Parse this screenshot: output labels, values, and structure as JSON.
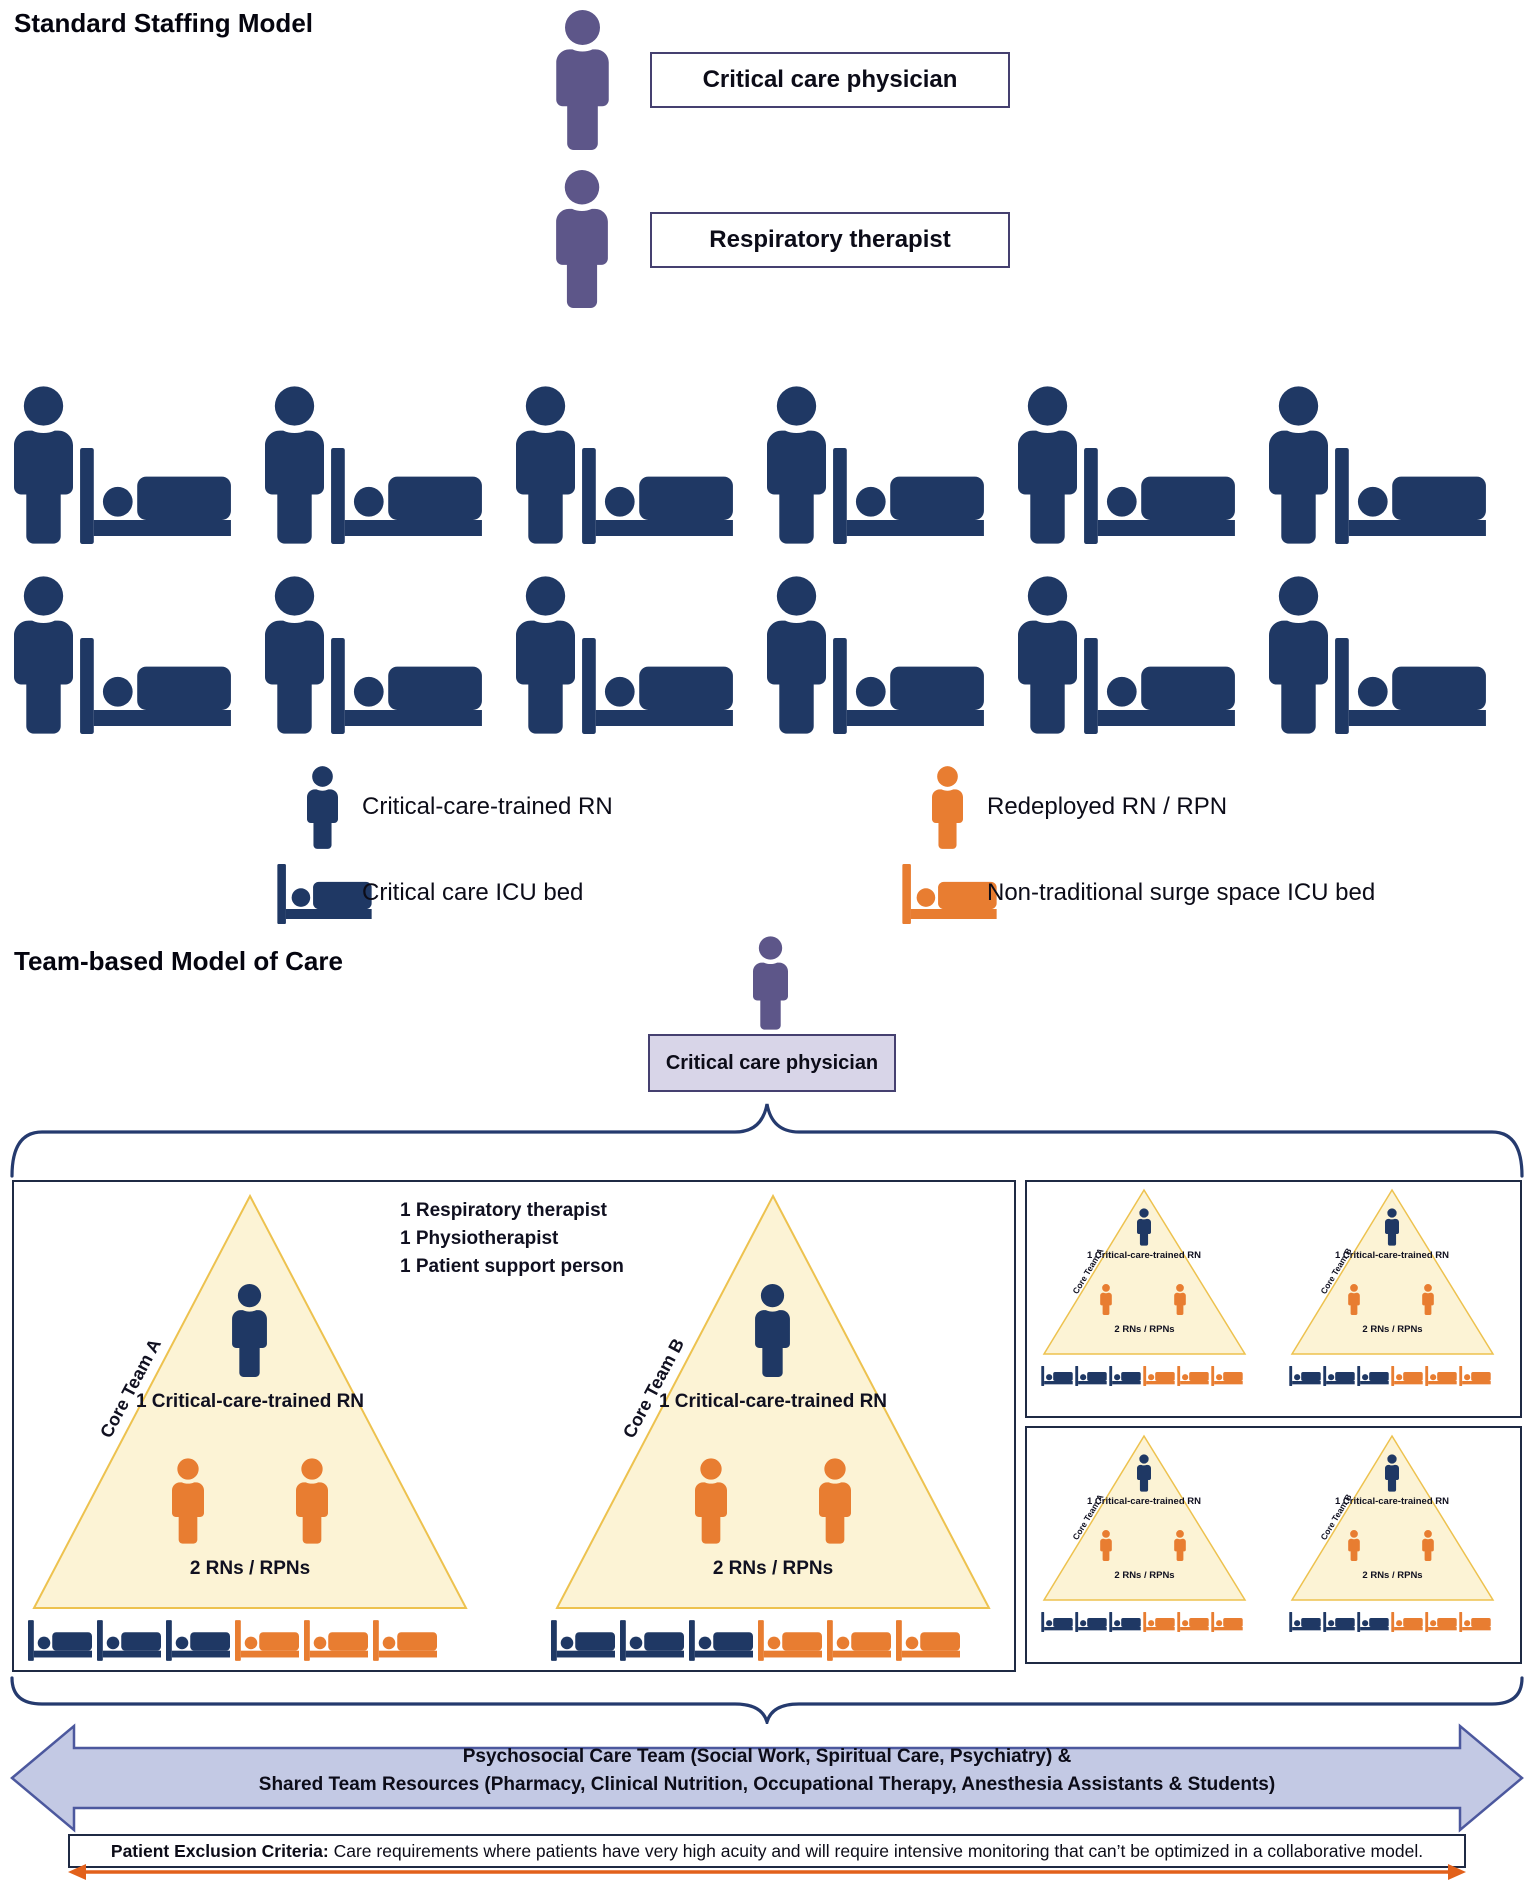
{
  "standard": {
    "title": "Standard Staffing Model",
    "roles": [
      {
        "label": "Critical care physician"
      },
      {
        "label": "Respiratory therapist"
      }
    ],
    "grid": {
      "rows": 2,
      "cols": 6
    },
    "legend": [
      {
        "icon": "person-navy",
        "label": "Critical-care-trained RN"
      },
      {
        "icon": "bed-navy",
        "label": "Critical care ICU bed"
      },
      {
        "icon": "person-orange",
        "label": "Redeployed RN / RPN"
      },
      {
        "icon": "bed-orange",
        "label": "Non-traditional surge space ICU bed"
      }
    ]
  },
  "team": {
    "title": "Team-based Model of Care",
    "physician_label": "Critical care physician",
    "support_lines": [
      "1 Respiratory therapist",
      "1 Physiotherapist",
      "1 Patient support person"
    ],
    "names": {
      "a": "Core Team A",
      "b": "Core Team B"
    },
    "triangle": {
      "rn_label": "1 Critical-care-trained RN",
      "rns_label": "2 RNs / RPNs"
    },
    "bed_pattern": [
      "navy",
      "navy",
      "navy",
      "orange",
      "orange",
      "orange"
    ],
    "arrow_line1": "Psychosocial Care Team (Social Work, Spiritual Care, Psychiatry) &",
    "arrow_line2": "Shared Team Resources (Pharmacy, Clinical Nutrition, Occupational Therapy, Anesthesia Assistants & Students)",
    "exclusion_bold": "Patient Exclusion Criteria:",
    "exclusion_text": " Care requirements where patients have very high acuity and will require intensive monitoring that can’t be optimized in a collaborative model."
  },
  "colors": {
    "navy": "#1F3864",
    "orange": "#E87D31",
    "purple": "#5D5689",
    "triFill": "#FCF3D5",
    "triStroke": "#EDC24F",
    "physBoxFill": "#D8D5E8",
    "physBoxBorder": "#454070",
    "arrowFill": "#C3C9E4",
    "arrowStroke": "#4C589E",
    "brace": "#253A6E",
    "boxBorder": "#1F2A44",
    "orangeArrow": "#E2611B"
  }
}
